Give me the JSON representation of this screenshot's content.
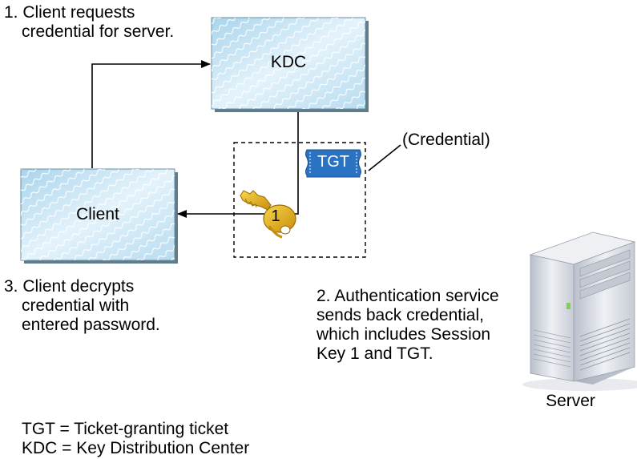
{
  "steps": {
    "step1": [
      "1. Client requests",
      "    credential for server."
    ],
    "step2": [
      "2. Authentication service",
      "    sends back credential,",
      "    which includes Session",
      "    Key 1 and TGT."
    ],
    "step3": [
      "3. Client decrypts",
      "    credential with",
      "    entered password."
    ]
  },
  "nodes": {
    "kdc": "KDC",
    "client": "Client",
    "server": "Server"
  },
  "credential": {
    "label": "(Credential)",
    "ticket": "TGT",
    "key_number": "1"
  },
  "legend": [
    "TGT = Ticket-granting ticket",
    "KDC = Key Distribution Center"
  ],
  "colors": {
    "box_fill": "#c9e6f5",
    "box_wave": "#ffffff",
    "ticket": "#2a72c2",
    "key": "#e8b61c",
    "server": "#d7dbe3"
  }
}
